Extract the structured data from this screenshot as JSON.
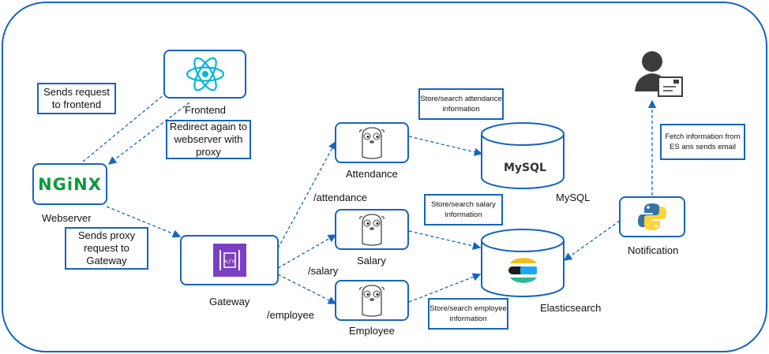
{
  "nodes": {
    "frontend": "Frontend",
    "webserver": "Webserver",
    "nginx_logo": "NGiNX",
    "gateway": "Gateway",
    "attendance": "Attendance",
    "salary": "Salary",
    "employee": "Employee",
    "mysql": "MySQL",
    "mysql_logo": "MySQL",
    "elasticsearch": "Elasticsearch",
    "notification": "Notification"
  },
  "edge_labels": {
    "attendance": "/attendance",
    "salary": "/salary",
    "employee": "/employee"
  },
  "notes": {
    "sends_request": "Sends request to frontend",
    "redirect": "Redirect again to webserver with proxy",
    "sends_proxy": "Sends proxy request to Gateway",
    "store_attendance": "Store/search attendance information",
    "store_salary": "Store/search salary information",
    "store_employee": "Store/search employee information",
    "fetch_info": "Fetch information from ES ans sends email"
  },
  "colors": {
    "accent": "#1565c0",
    "react": "#00b8d9",
    "nginx": "#0b9a3b",
    "gateway": "#7b3fc4",
    "python_blue": "#3572a5",
    "python_yellow": "#ffd43b"
  }
}
